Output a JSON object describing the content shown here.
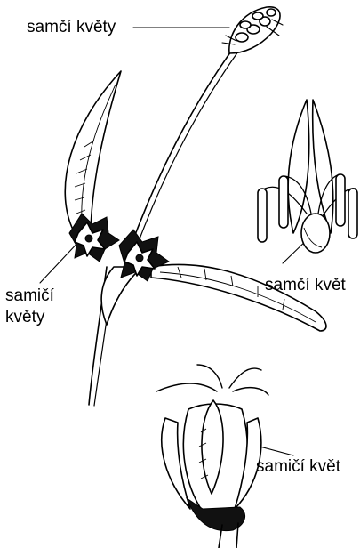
{
  "labels": {
    "male_flowers": "samčí květy",
    "female_flowers_line1": "samičí",
    "female_flowers_line2": "květy",
    "male_flower": "samčí květ",
    "female_flower": "samičí květ"
  }
}
